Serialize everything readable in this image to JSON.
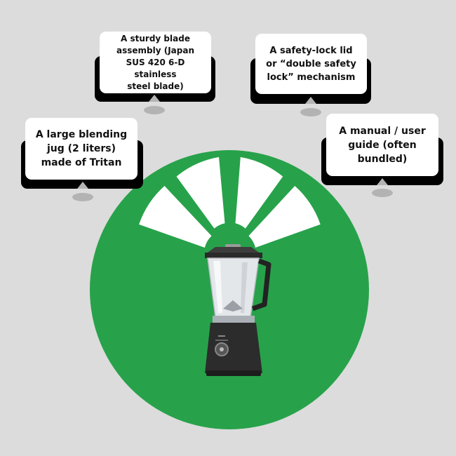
{
  "colors": {
    "background": "#dcdcdc",
    "circle": "#27a24a",
    "fan": "#ffffff",
    "card": "#ffffff",
    "card_shadow": "#000000",
    "pointer": "#b3b3b3"
  },
  "callouts": [
    {
      "id": "blade",
      "text": "A sturdy blade\nassembly (Japan\nSUS 420 6-D stainless\nsteel blade)"
    },
    {
      "id": "lid",
      "text": "A safety-lock lid\nor “double safety\nlock” mechanism"
    },
    {
      "id": "jug",
      "text": "A large blending\njug (2 liters)\nmade of Tritan"
    },
    {
      "id": "manual",
      "text": "A manual / user\nguide (often\nbundled)"
    }
  ],
  "product": {
    "name": "blender",
    "icon": "blender-icon"
  }
}
